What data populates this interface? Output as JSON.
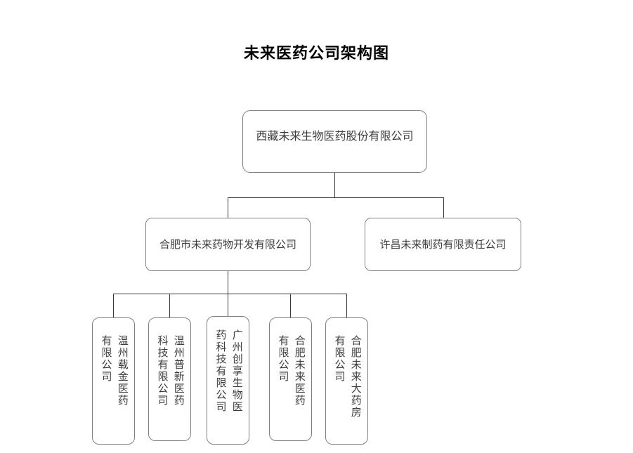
{
  "title": "未来医药公司架构图",
  "colors": {
    "background": "#ffffff",
    "title_text": "#000000",
    "node_border": "#808080",
    "node_fill": "#ffffff",
    "node_text": "#3c3c3c",
    "connector": "#3a3a3a"
  },
  "nodes": {
    "root": {
      "label": "西藏未来生物医药股份有限公司"
    },
    "level2": [
      {
        "label": "合肥市未来药物开发有限公司"
      },
      {
        "label": "许昌未来制药有限责任公司"
      }
    ],
    "level3": [
      {
        "label": "温州载金医药有限公司"
      },
      {
        "label": "温州普新医药科技有限公司"
      },
      {
        "label": "广州创享生物医药科技有限公司"
      },
      {
        "label": "合肥未来医药有限公司"
      },
      {
        "label": "合肥未来大药房有限公司"
      }
    ]
  }
}
